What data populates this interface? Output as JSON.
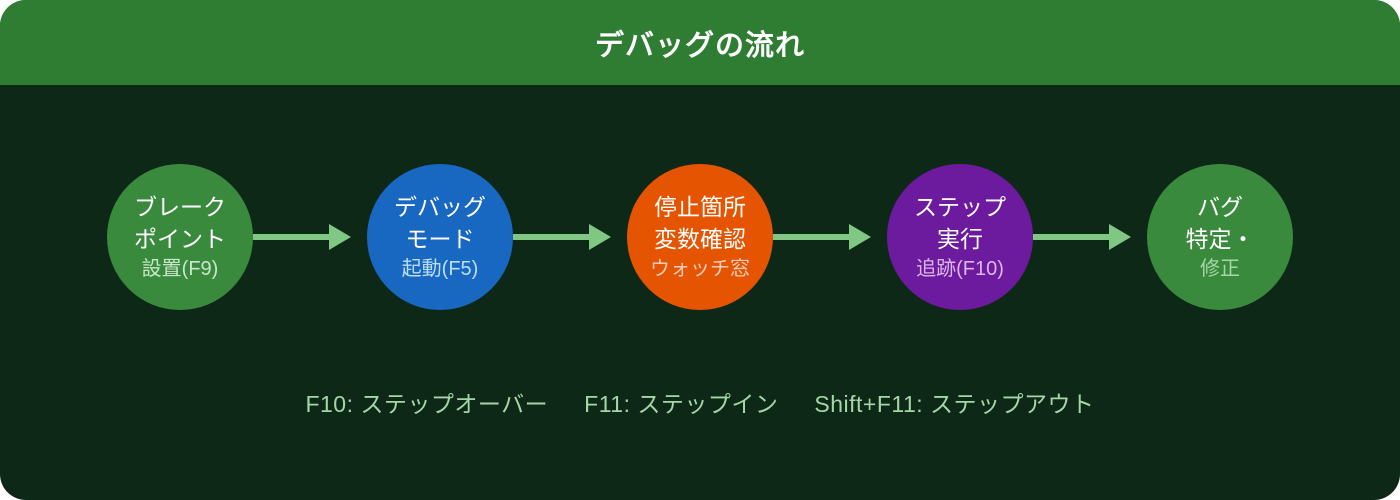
{
  "title": "デバッグの流れ",
  "colors": {
    "page_background": "#ffffff",
    "card_background": "#0e2818",
    "header_background": "#2e7d32",
    "arrow": "#81c784",
    "legend_text": "#a5d6a7",
    "main_text": "#ffffff"
  },
  "steps": [
    {
      "lines": [
        "ブレーク",
        "ポイント"
      ],
      "sub": "設置(F9)",
      "bg": "#3a8a3e",
      "sub_color": "#c8e6c9"
    },
    {
      "lines": [
        "デバッグ",
        "モード"
      ],
      "sub": "起動(F5)",
      "bg": "#1867c0",
      "sub_color": "#bbdefb"
    },
    {
      "lines": [
        "停止箇所",
        "変数確認"
      ],
      "sub": "ウォッチ窓",
      "bg": "#e55400",
      "sub_color": "#ffccbc"
    },
    {
      "lines": [
        "ステップ",
        "実行"
      ],
      "sub": "追跡(F10)",
      "bg": "#6d1b9e",
      "sub_color": "#dcb5ea"
    },
    {
      "lines": [
        "バグ",
        "特定・"
      ],
      "sub": "修正",
      "bg": "#3a8a3e",
      "sub_color": "#a5d6a7"
    }
  ],
  "legend": {
    "items": [
      "F10: ステップオーバー",
      "F11: ステップイン",
      "Shift+F11: ステップアウト"
    ]
  }
}
